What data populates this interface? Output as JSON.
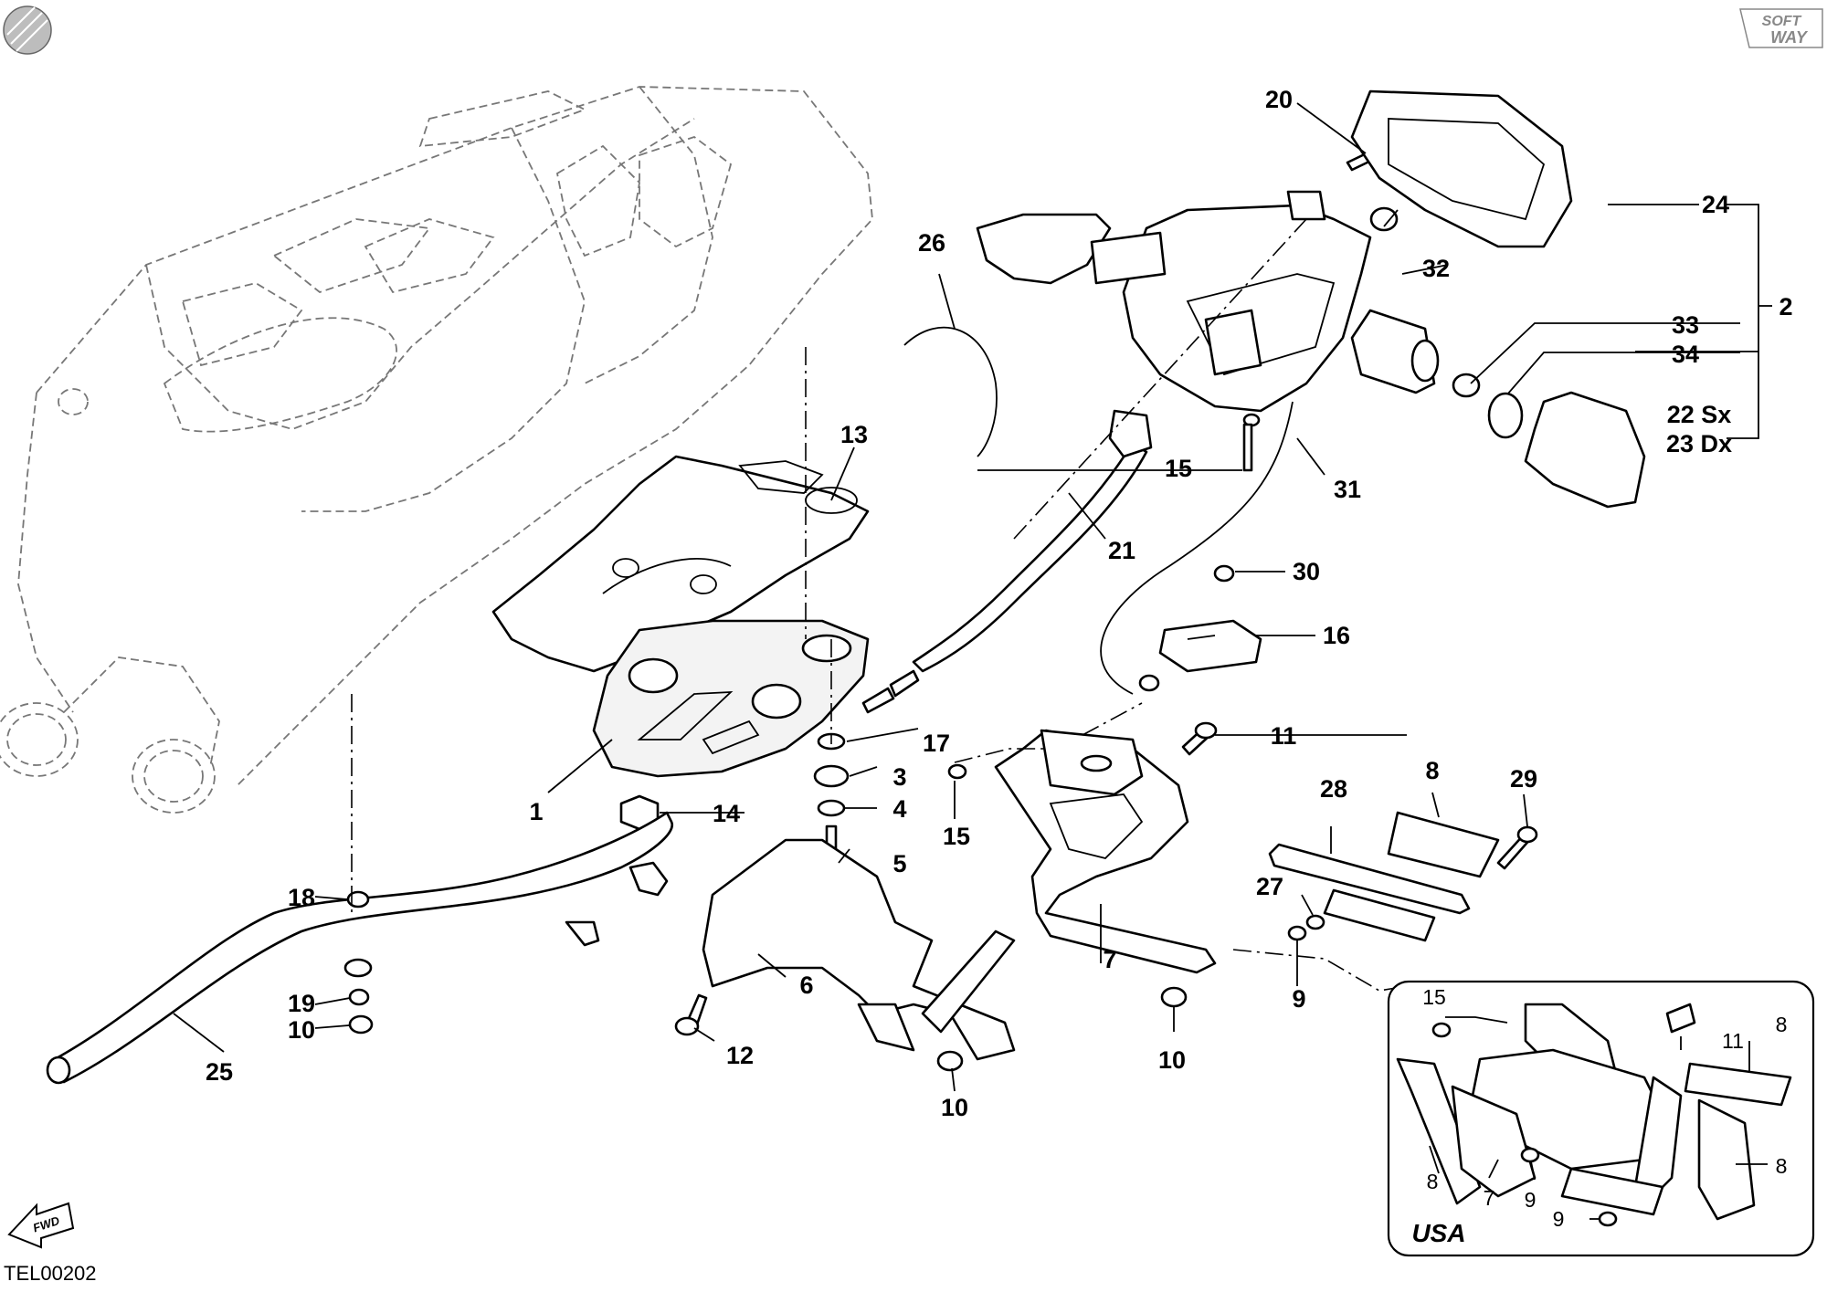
{
  "drawing_code": "TEL00202",
  "brand_logo": "SOFTWAY",
  "direction_badge": "FWD",
  "inset": {
    "title": "USA"
  },
  "parts": {
    "p1": "1",
    "p2": "2",
    "p3": "3",
    "p4": "4",
    "p5": "5",
    "p6": "6",
    "p7": "7",
    "p8": "8",
    "p9": "9",
    "p10": "10",
    "p11": "11",
    "p12": "12",
    "p13": "13",
    "p14": "14",
    "p15": "15",
    "p16": "16",
    "p17": "17",
    "p18": "18",
    "p19": "19",
    "p20": "20",
    "p21": "21",
    "p22": "22 Sx",
    "p23": "23 Dx",
    "p24": "24",
    "p25": "25",
    "p26": "26",
    "p27": "27",
    "p28": "28",
    "p29": "29",
    "p30": "30",
    "p31": "31",
    "p32": "32",
    "p33": "33",
    "p34": "34"
  },
  "colors": {
    "ink": "#000000",
    "ghost": "#777777",
    "paper": "#ffffff",
    "shade": "#f3f3f3"
  }
}
